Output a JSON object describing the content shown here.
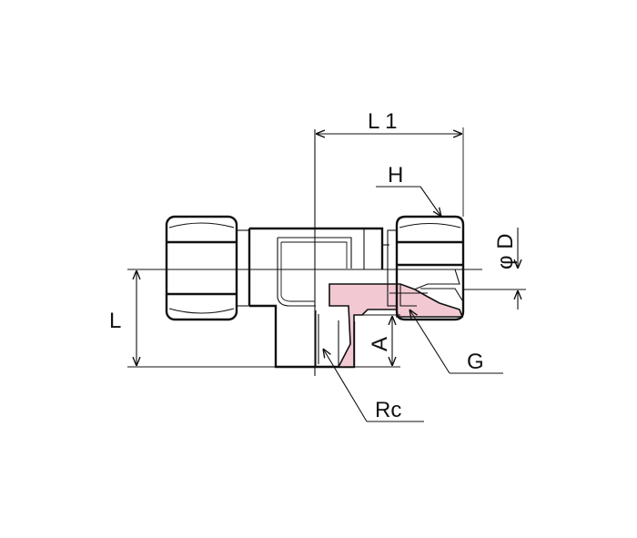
{
  "labels": {
    "l1": "L 1",
    "h": "H",
    "phi_d": "φ D",
    "l": "L",
    "a": "A",
    "g": "G",
    "rc": "Rc"
  },
  "colors": {
    "section_fill": "#f2c9d3",
    "line": "#111111",
    "background": "#ffffff"
  }
}
